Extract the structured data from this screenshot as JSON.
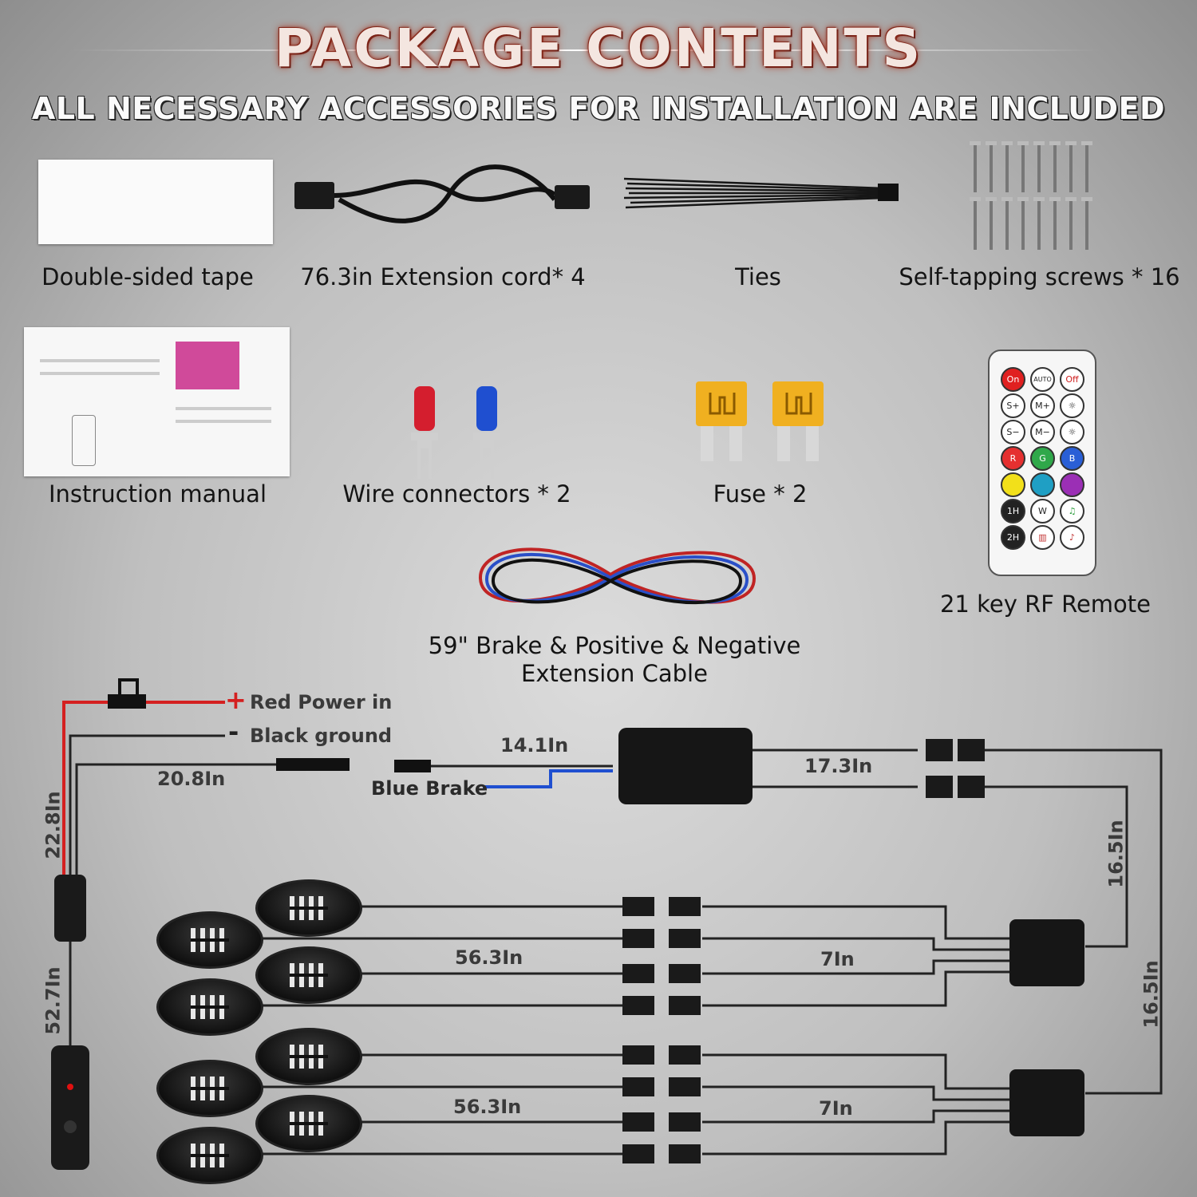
{
  "header": {
    "title": "PACKAGE CONTENTS",
    "subtitle": "ALL NECESSARY ACCESSORIES FOR INSTALLATION ARE INCLUDED"
  },
  "items": {
    "tape": "Double-sided tape",
    "extension_cord": "76.3in Extension cord* 4",
    "ties": "Ties",
    "screws": "Self-tapping screws * 16",
    "manual": "Instruction manual",
    "wire_connectors": "Wire connectors * 2",
    "fuse": "Fuse * 2",
    "remote": "21 key RF Remote",
    "cable_line1": "59\" Brake & Positive & Negative",
    "cable_line2": "Extension Cable"
  },
  "remote_keys": [
    [
      "On",
      "AUTO",
      "Off"
    ],
    [
      "S+",
      "M+",
      "☼"
    ],
    [
      "S−",
      "M−",
      "☼"
    ],
    [
      "R",
      "G",
      "B"
    ],
    [
      "",
      "",
      ""
    ],
    [
      "1H",
      "W",
      "♫"
    ],
    [
      "2H",
      "▥",
      "♪"
    ]
  ],
  "remote_colors": {
    "on": "#e02020",
    "r": "#e53030",
    "g": "#2fa84a",
    "b": "#2a5fd6",
    "yellow": "#f2e01a",
    "cyan": "#1f9fc4",
    "purple": "#9b2fb5"
  },
  "diagram": {
    "red_power": "Red Power in",
    "black_ground": "Black ground",
    "blue_brake": "Blue Brake",
    "len_22_8": "22.8In",
    "len_52_7": "52.7In",
    "len_20_8": "20.8In",
    "len_14_1": "14.1In",
    "len_17_3": "17.3In",
    "len_16_5_a": "16.5In",
    "len_16_5_b": "16.5In",
    "len_56_3_a": "56.3In",
    "len_7_a": "7In",
    "len_56_3_b": "56.3In",
    "len_7_b": "7In",
    "plus": "+",
    "minus": "-"
  }
}
